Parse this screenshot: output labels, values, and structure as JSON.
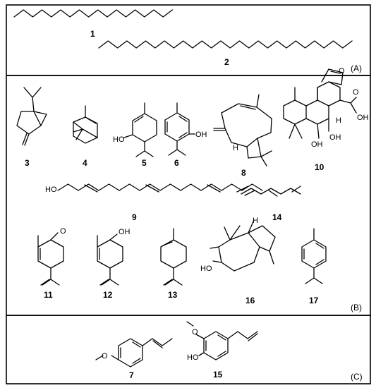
{
  "panels": [
    {
      "label": "(A)",
      "compounds": [
        "1",
        "2"
      ]
    },
    {
      "label": "(B)",
      "compounds": [
        "3",
        "4",
        "5",
        "6",
        "8",
        "10",
        "9",
        "14",
        "11",
        "12",
        "13",
        "16",
        "17"
      ]
    },
    {
      "label": "(C)",
      "compounds": [
        "7",
        "15"
      ]
    }
  ],
  "compound_numbers": {
    "c1": "1",
    "c2": "2",
    "c3": "3",
    "c4": "4",
    "c5": "5",
    "c6": "6",
    "c7": "7",
    "c8": "8",
    "c9": "9",
    "c10": "10",
    "c11": "11",
    "c12": "12",
    "c13": "13",
    "c14": "14",
    "c15": "15",
    "c16": "16",
    "c17": "17"
  },
  "atom_labels": {
    "ho5": "HO",
    "oh6": "OH",
    "h8": "H",
    "o10_furan": "O",
    "o10_acid": "O",
    "oh10_acid": "OH",
    "h10": "H",
    "oh10a": "OH",
    "oh10b": "OH",
    "ho9": "HO",
    "o11": "O",
    "oh12": "OH",
    "h16": "H",
    "ho16": "HO",
    "o7": "O",
    "o15_ome": "O",
    "ho15": "HO"
  }
}
